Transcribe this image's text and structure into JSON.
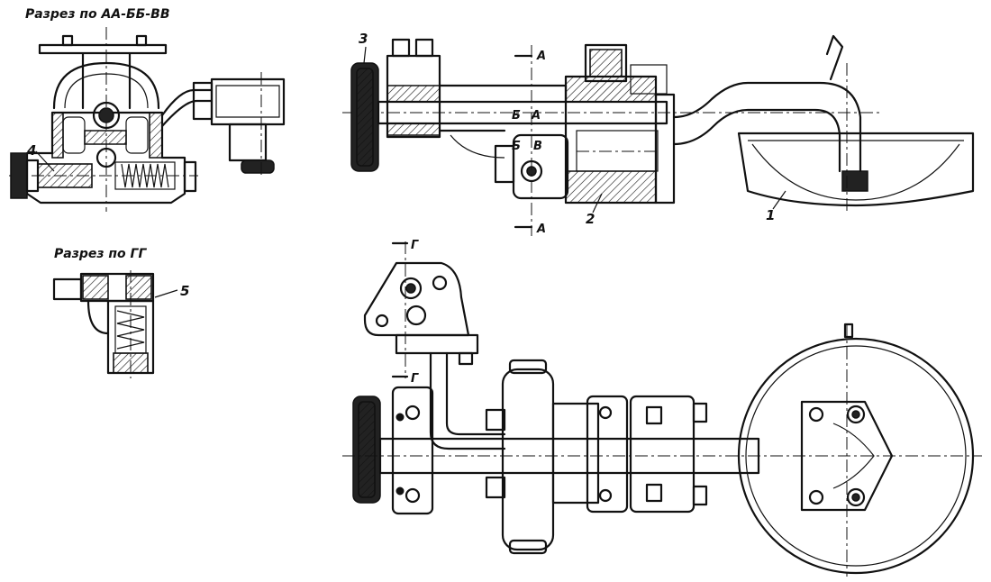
{
  "titles": {
    "section_aa_bb_vv": "Разрез по АА-ББ-ВВ",
    "section_gg": "Разрез по ГГ"
  },
  "callouts": {
    "n1": "1",
    "n2": "2",
    "n3": "3",
    "n4": "4",
    "n5": "5"
  },
  "section_marks": {
    "a_top": "А",
    "a_bottom": "А",
    "b_a": "Б",
    "a_mid": "А",
    "b_small": "Б",
    "v_small": "В",
    "g_top": "Г",
    "g_bottom": "Г"
  }
}
